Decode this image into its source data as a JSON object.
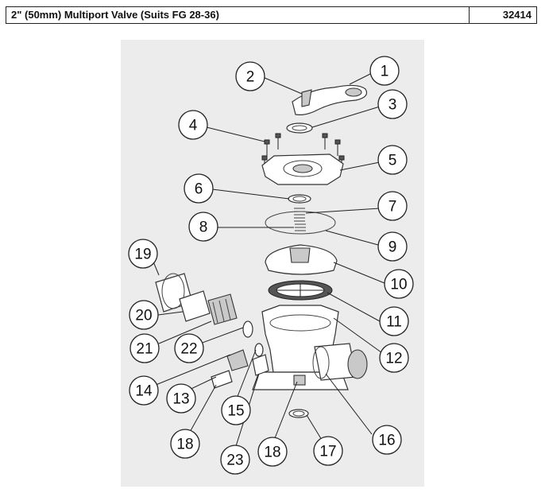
{
  "header": {
    "title": "2\" (50mm) Multiport Valve (Suits FG 28-36)",
    "code": "32414"
  },
  "callouts": [
    "1",
    "2",
    "3",
    "4",
    "5",
    "6",
    "7",
    "8",
    "9",
    "10",
    "11",
    "12",
    "13",
    "14",
    "15",
    "16",
    "17",
    "18",
    "18",
    "19",
    "20",
    "21",
    "22",
    "23"
  ]
}
